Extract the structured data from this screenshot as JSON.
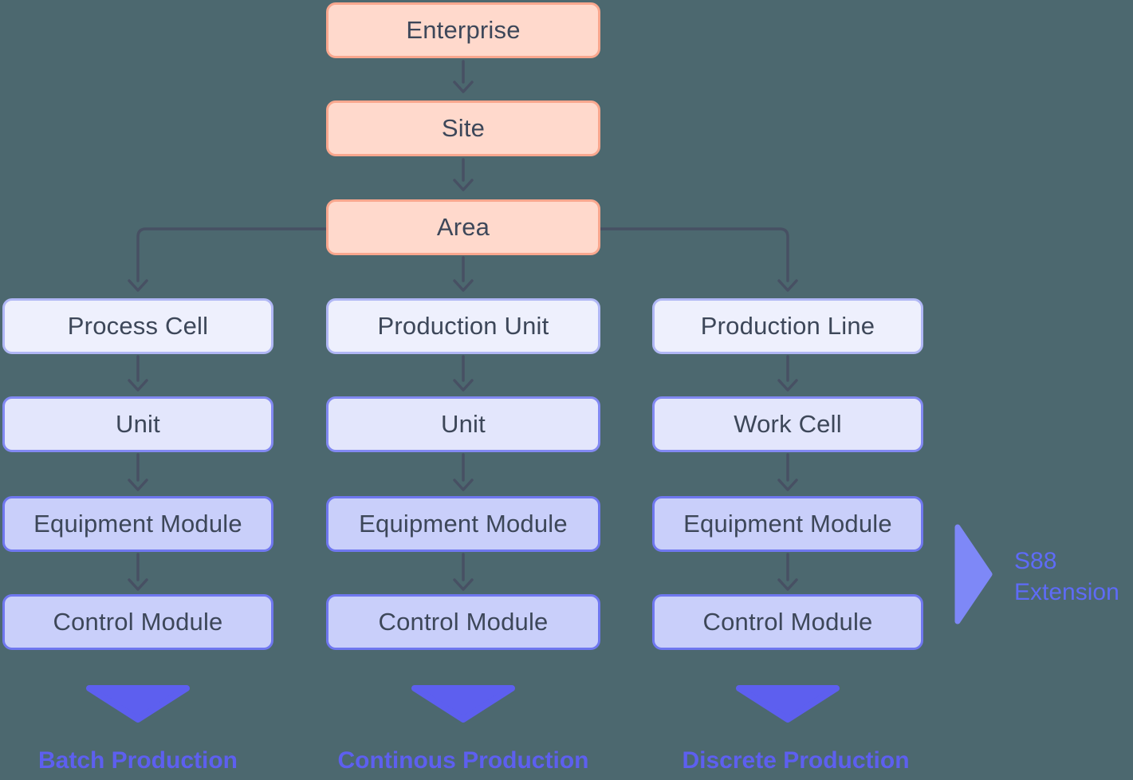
{
  "top_chain": [
    "Enterprise",
    "Site",
    "Area"
  ],
  "columns": [
    {
      "boxes": [
        "Process Cell",
        "Unit",
        "Equipment Module",
        "Control Module"
      ],
      "label": "Batch Production"
    },
    {
      "boxes": [
        "Production Unit",
        "Unit",
        "Equipment Module",
        "Control Module"
      ],
      "label": "Continous Production"
    },
    {
      "boxes": [
        "Production Line",
        "Work Cell",
        "Equipment Module",
        "Control Module"
      ],
      "label": "Discrete Production"
    }
  ],
  "s88": {
    "line1": "S88",
    "line2": "Extension"
  },
  "icons": {
    "flow_arrow": "down-arrow-chevron",
    "batch_marker": "down-triangle",
    "continuous_marker": "down-triangle",
    "discrete_marker": "down-triangle",
    "s88_marker": "right-triangle"
  },
  "palette": {
    "background": "#4c686f",
    "enterprise_fill": "#ffd9cc",
    "enterprise_border": "#f9a78e",
    "level1_fill": "#eef0fd",
    "level1_border": "#b0b7f5",
    "level2_fill": "#e3e6fc",
    "level2_border": "#8289f2",
    "level3_fill": "#c9cffa",
    "level3_border": "#6f77ef",
    "connector": "#475063",
    "box_text": "#3d4759",
    "accent_blue": "#5d5fef",
    "s88_triangle": "#7e88f7",
    "s88_text": "#5e6bf7"
  }
}
